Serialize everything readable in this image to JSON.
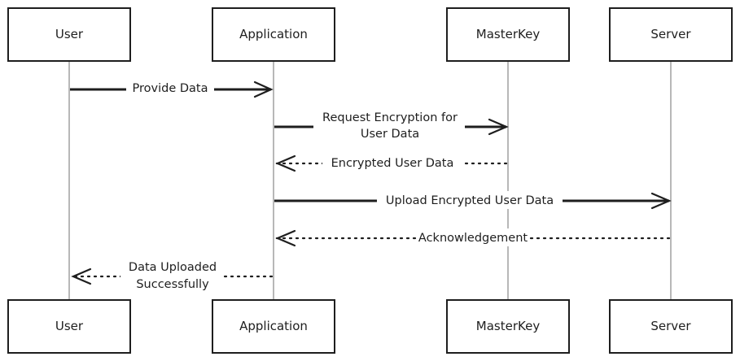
{
  "participants": {
    "user": "User",
    "application": "Application",
    "masterkey": "MasterKey",
    "server": "Server"
  },
  "messages": {
    "m1": "Provide Data",
    "m2_line1": "Request Encryption for",
    "m2_line2": "User Data",
    "m3": "Encrypted User Data",
    "m4": "Upload Encrypted User Data",
    "m5": "Acknowledgement",
    "m6_line1": "Data Uploaded",
    "m6_line2": "Successfully"
  },
  "colors": {
    "stroke": "#1e1e1e",
    "lifeline": "#9a9a9a",
    "background": "#ffffff"
  }
}
